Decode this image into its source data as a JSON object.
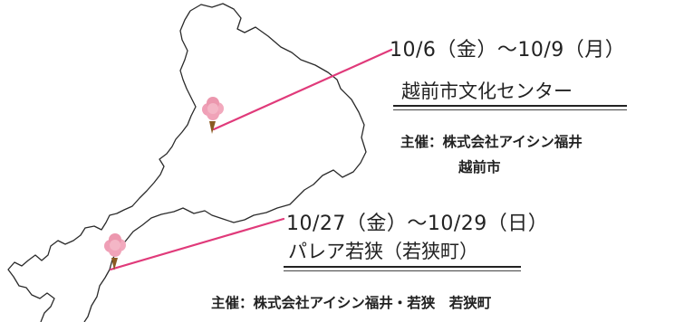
{
  "colors": {
    "outline": "#2a2a2a",
    "leader_line": "#e03a7a",
    "marker_pink": "#ef9fb6",
    "marker_cone": "#8a5a22",
    "text": "#222222"
  },
  "events": [
    {
      "date": "10/6（金）～10/9（月）",
      "venue": "越前市文化センター",
      "organizer_line1": "主催：株式会社アイシン福井",
      "organizer_line2": "越前市"
    },
    {
      "date": "10/27（金）～10/29（日）",
      "venue": "パレア若狭（若狭町）",
      "organizer_line1": "主催：株式会社アイシン福井・若狭　若狭町"
    }
  ],
  "markers": [
    {
      "name": "cotton-candy-marker-echizen",
      "icon": "cotton-candy-icon"
    },
    {
      "name": "cotton-candy-marker-wakasa",
      "icon": "cotton-candy-icon"
    }
  ]
}
